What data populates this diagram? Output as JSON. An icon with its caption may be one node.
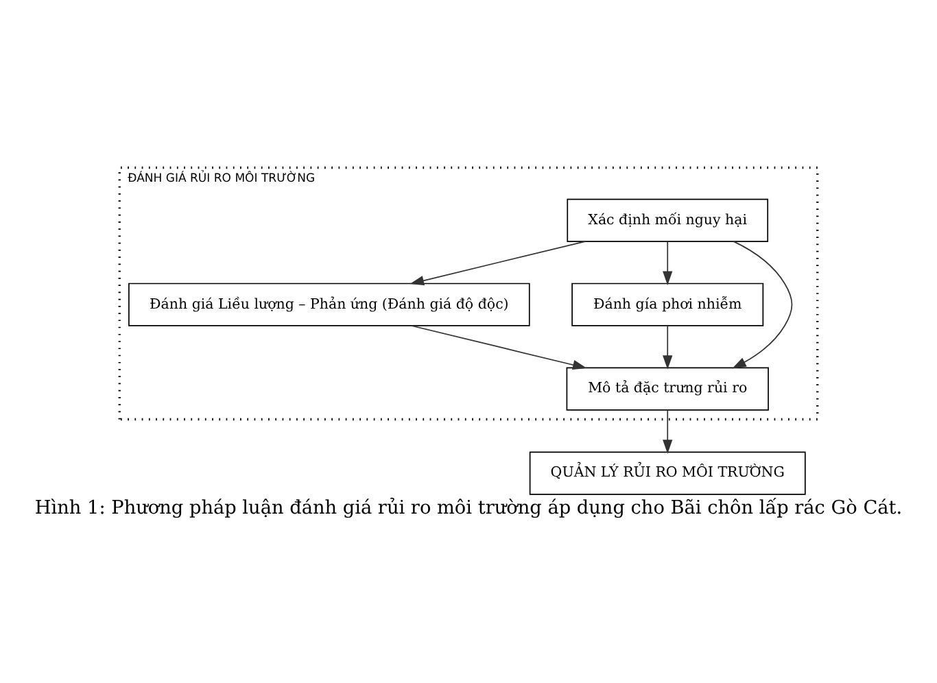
{
  "diagram": {
    "caption": "Hình 1: Phương pháp luận đánh giá rủi ro môi trường áp dụng cho Bãi chôn lấp rác Gò Cát.",
    "nodes": [
      {
        "text": [
          "ĐÁNH GIÁ RỦI RO MÔI TRƯỜNG"
        ]
      },
      {
        "text": [
          "Xác định mối nguy hại"
        ],
        "in": 0
      },
      {
        "text": [
          "Đánh giá Liều lượng – Phản ứng (Đánh giá độ độc)"
        ],
        "in": 0
      },
      {
        "text": [
          "Đánh gía phơi nhiễm"
        ],
        "in": 0
      },
      {
        "text": [
          "Mô tả đặc trưng rủi ro"
        ],
        "in": 0
      },
      {
        "text": [
          "QUẢN LÝ RỦI RO MÔI TRƯỜNG"
        ]
      }
    ],
    "edges": [
      {
        "from": 1,
        "to": 2,
        "arrow": "to"
      },
      {
        "from": 1,
        "to": 3,
        "arrow": "to"
      },
      {
        "from": 1,
        "to": 4,
        "arrow": "to"
      },
      {
        "from": 2,
        "to": 4,
        "arrow": "to"
      },
      {
        "from": 3,
        "to": 4,
        "arrow": "to"
      },
      {
        "from": 4,
        "to": 5,
        "arrow": "to"
      }
    ]
  }
}
